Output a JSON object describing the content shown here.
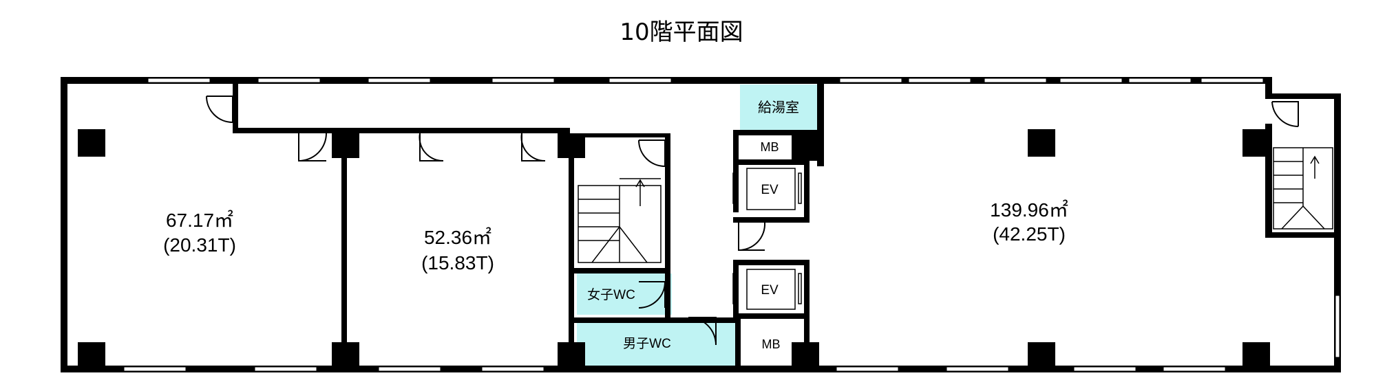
{
  "title": "10階平面図",
  "rooms": {
    "left": {
      "area": "67.17㎡",
      "tsubo": "(20.31T)"
    },
    "center": {
      "area": "52.36㎡",
      "tsubo": "(15.83T)"
    },
    "right": {
      "area": "139.96㎡",
      "tsubo": "(42.25T)"
    }
  },
  "labels": {
    "kitchenette": "給湯室",
    "mb_upper": "MB",
    "mb_lower": "MB",
    "ev_upper": "EV",
    "ev_lower": "EV",
    "womens_wc": "女子WC",
    "mens_wc": "男子WC"
  },
  "colors": {
    "wall": "#000000",
    "wet_area": "#bff3f3",
    "background": "#ffffff"
  }
}
